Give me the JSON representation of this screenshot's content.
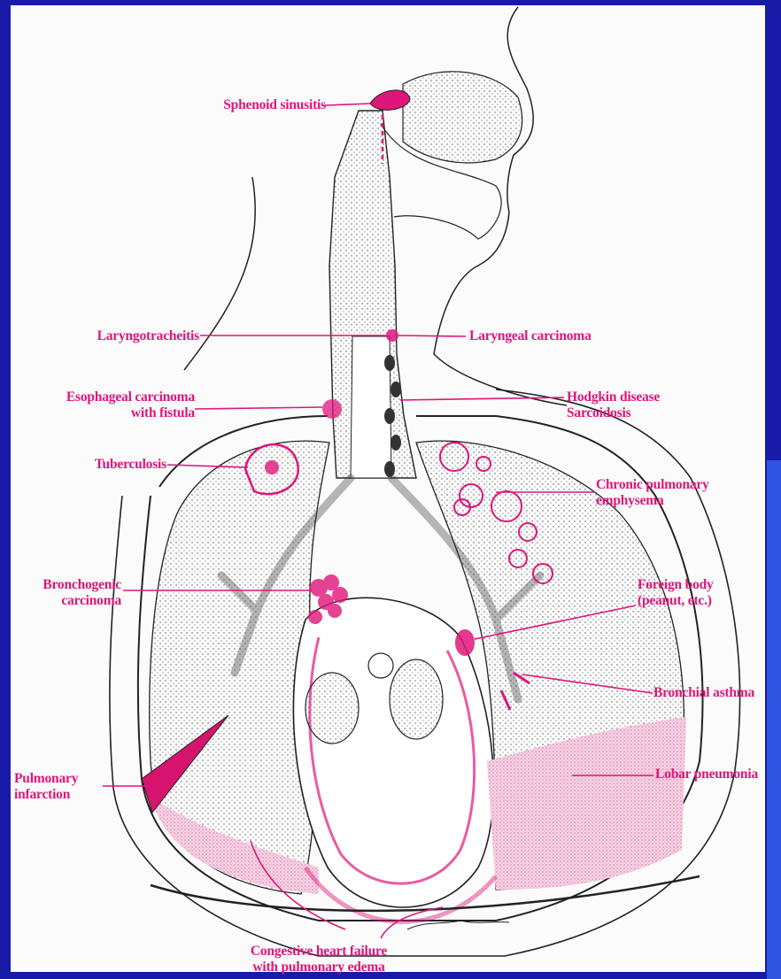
{
  "colors": {
    "frame": "#1a1aa8",
    "frame_right": "#2f54e0",
    "paper": "#fbfbfb",
    "ink": "#222222",
    "accent": "#e0157a",
    "pink_fill": "#f2b8d4"
  },
  "labels": {
    "sphenoid_sinusitis": "Sphenoid sinusitis",
    "laryngotracheitis": "Laryngotracheitis",
    "laryngeal_carcinoma": "Laryngeal carcinoma",
    "esophageal_carcinoma": "Esophageal carcinoma\nwith fistula",
    "hodgkin_sarcoidosis": "Hodgkin disease\nSarcoidosis",
    "tuberculosis": "Tuberculosis",
    "chronic_pulmonary_emphysema": "Chronic pulmonary\nemphysema",
    "bronchogenic_carcinoma": "Bronchogenic\ncarcinoma",
    "foreign_body": "Foreign body\n(peanut, etc.)",
    "bronchial_asthma": "Bronchial asthma",
    "pulmonary_infarction": "Pulmonary\ninfarction",
    "lobar_pneumonia": "Lobar pneumonia",
    "congestive_heart_failure": "Congestive heart failure\nwith pulmonary edema"
  }
}
